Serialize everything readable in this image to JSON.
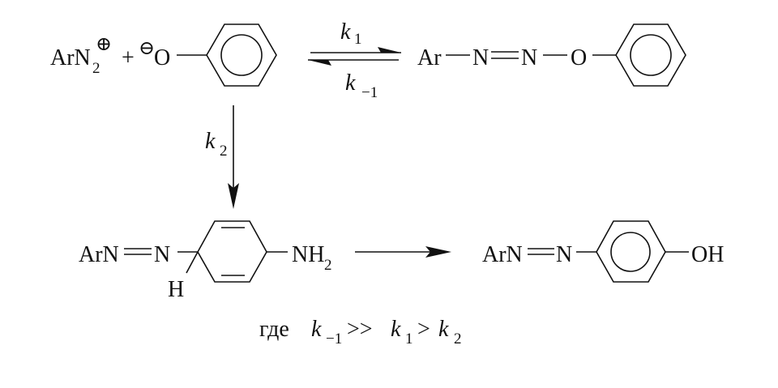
{
  "reactant": {
    "arn": "ArN",
    "n2_sub": "2",
    "plus_charge": "⊕",
    "plus": "+",
    "minus_charge": "⊖",
    "oxygen": "O"
  },
  "equilibrium": {
    "k_forward": "k",
    "k_forward_sub": "1",
    "k_reverse": "k",
    "k_reverse_sub": "−1"
  },
  "intermediate1": {
    "ar": "Ar",
    "n1": "N",
    "n2": "N",
    "o": "O"
  },
  "step2": {
    "k": "k",
    "k_sub": "2"
  },
  "intermediate2": {
    "arn": "ArN",
    "n": "N",
    "h": "H",
    "nh": "NH",
    "nh_sub": "2"
  },
  "product": {
    "arn": "ArN",
    "n": "N",
    "oh": "OH"
  },
  "footer": {
    "where": "где",
    "k1": "k",
    "k1_sub": "−1",
    "gg": ">>",
    "k2": "k",
    "k2_sub": "1",
    "gt": ">",
    "k3": "k",
    "k3_sub": "2"
  }
}
